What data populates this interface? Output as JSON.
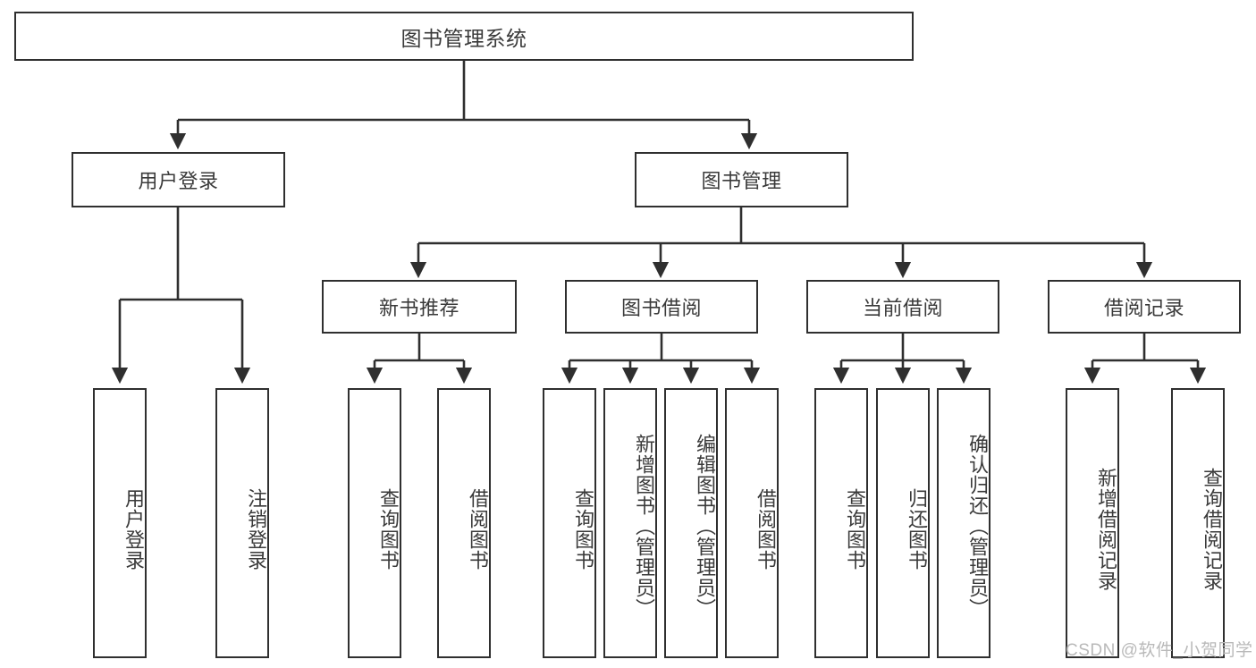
{
  "diagram": {
    "title": "图书管理系统",
    "type": "hierarchy-tree",
    "watermark": "CSDN @软件_小贺同学",
    "colors": {
      "box_border": "#2f2f2f",
      "box_fill": "#ffffff",
      "connector": "#2f2f2f",
      "text": "#3a3a3a",
      "watermark": "#b9b9b9"
    },
    "levels": {
      "root": {
        "label": "图书管理系统"
      },
      "level2": [
        {
          "label": "用户登录"
        },
        {
          "label": "图书管理"
        }
      ],
      "level3": [
        {
          "label": "新书推荐"
        },
        {
          "label": "图书借阅"
        },
        {
          "label": "当前借阅"
        },
        {
          "label": "借阅记录"
        }
      ],
      "leaves": [
        {
          "label": "用户登录",
          "parent": "用户登录"
        },
        {
          "label": "注销登录",
          "parent": "用户登录"
        },
        {
          "label": "查询图书",
          "parent": "新书推荐"
        },
        {
          "label": "借阅图书",
          "parent": "新书推荐"
        },
        {
          "label": "查询图书",
          "parent": "图书借阅"
        },
        {
          "label": "新增图书（管理员）",
          "parent": "图书借阅"
        },
        {
          "label": "编辑图书（管理员）",
          "parent": "图书借阅"
        },
        {
          "label": "借阅图书",
          "parent": "图书借阅"
        },
        {
          "label": "查询图书",
          "parent": "当前借阅"
        },
        {
          "label": "归还图书",
          "parent": "当前借阅"
        },
        {
          "label": "确认归还（管理员）",
          "parent": "当前借阅"
        },
        {
          "label": "新增借阅记录",
          "parent": "借阅记录"
        },
        {
          "label": "查询借阅记录",
          "parent": "借阅记录"
        }
      ]
    }
  }
}
